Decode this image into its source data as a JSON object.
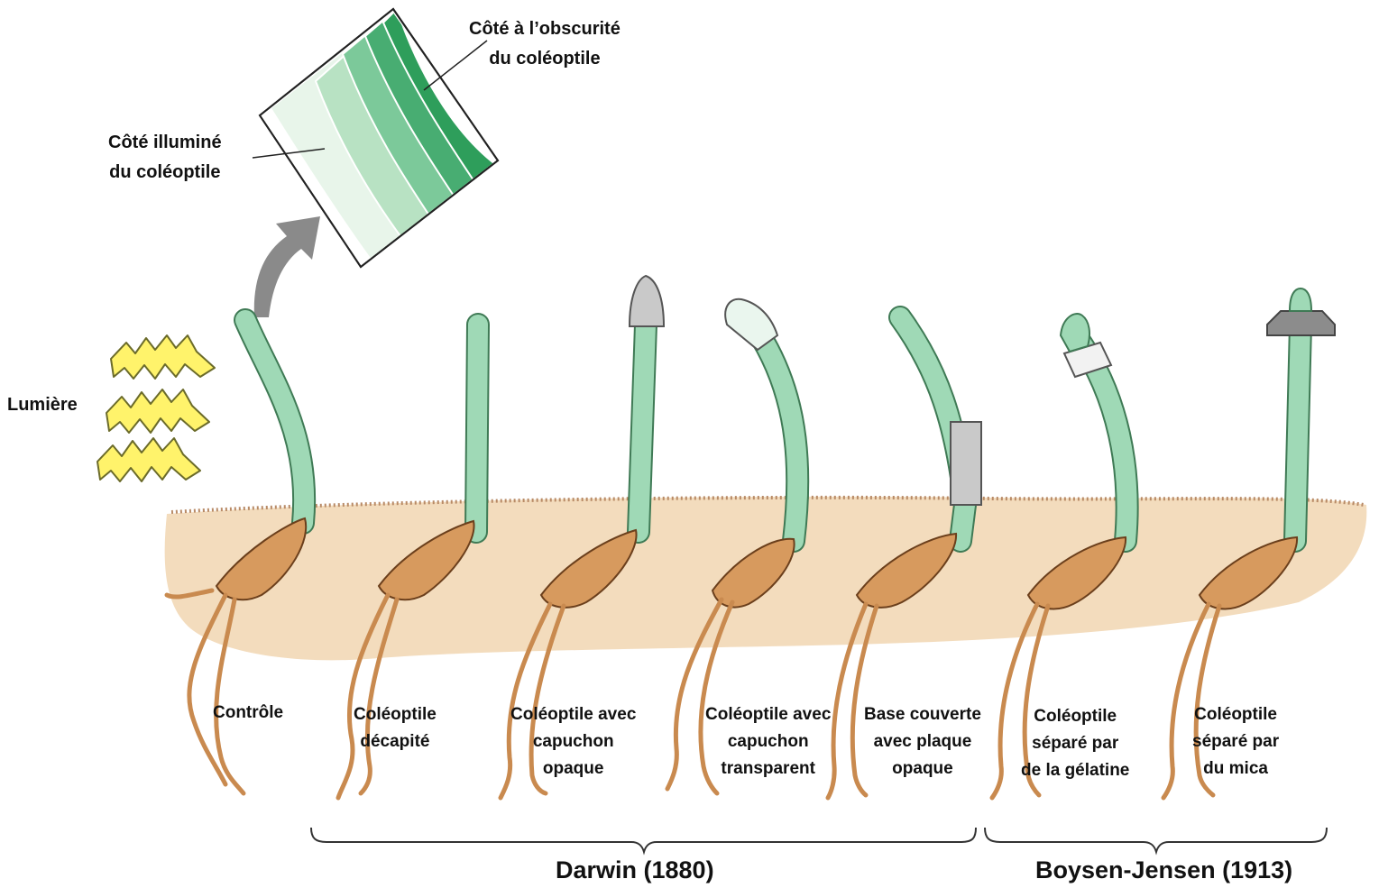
{
  "light_label": "Lumière",
  "inset": {
    "dark_side": [
      "Côté à l’obscurité",
      "du coléoptile"
    ],
    "lit_side": [
      "Côté illuminé",
      "du coléoptile"
    ]
  },
  "specimens": [
    {
      "label": [
        "Contrôle"
      ]
    },
    {
      "label": [
        "Coléoptile",
        "décapité"
      ]
    },
    {
      "label": [
        "Coléoptile avec",
        "capuchon",
        "opaque"
      ]
    },
    {
      "label": [
        "Coléoptile avec",
        "capuchon",
        "transparent"
      ]
    },
    {
      "label": [
        "Base couverte",
        "avec plaque",
        "opaque"
      ]
    },
    {
      "label": [
        "Coléoptile",
        "séparé par",
        "de la gélatine"
      ]
    },
    {
      "label": [
        "Coléoptile",
        "séparé par",
        "du mica"
      ]
    }
  ],
  "groups": [
    {
      "label": "Darwin (1880)"
    },
    {
      "label": "Boysen-Jensen (1913)"
    }
  ],
  "colors": {
    "stem": "#9fd9b6",
    "stem_outline": "#3f7a55",
    "soil": "#f3dcbd",
    "seed": "#d79a5e",
    "root": "#c98a4f",
    "light": "#fff36b",
    "inset_dark": "#2e9e5b",
    "inset_light": "#e8f5ea"
  }
}
